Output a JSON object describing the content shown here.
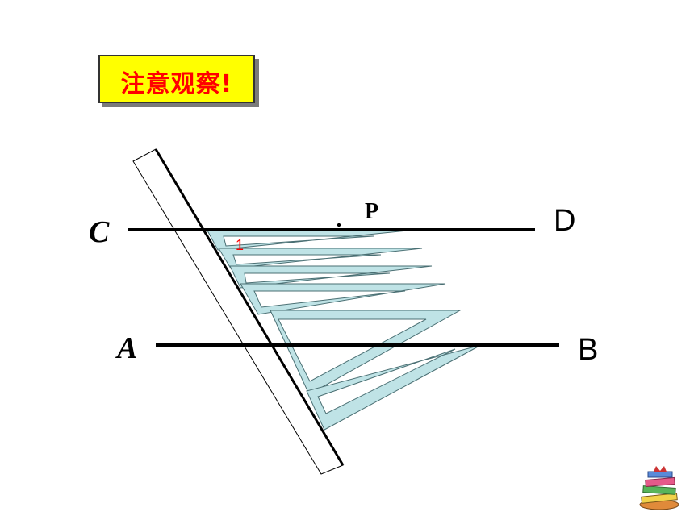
{
  "title": {
    "text": "注意观察!"
  },
  "labels": {
    "C": "C",
    "D": "D",
    "A": "A",
    "B": "B",
    "P": "P",
    "angle": "1"
  },
  "colors": {
    "title_bg": "#ffff00",
    "title_text": "#ff0000",
    "triangle_fill": "#bfe3e6",
    "line": "#000000",
    "angle_mark": "#ff0000"
  },
  "icons": {
    "corner": "books-icon"
  }
}
